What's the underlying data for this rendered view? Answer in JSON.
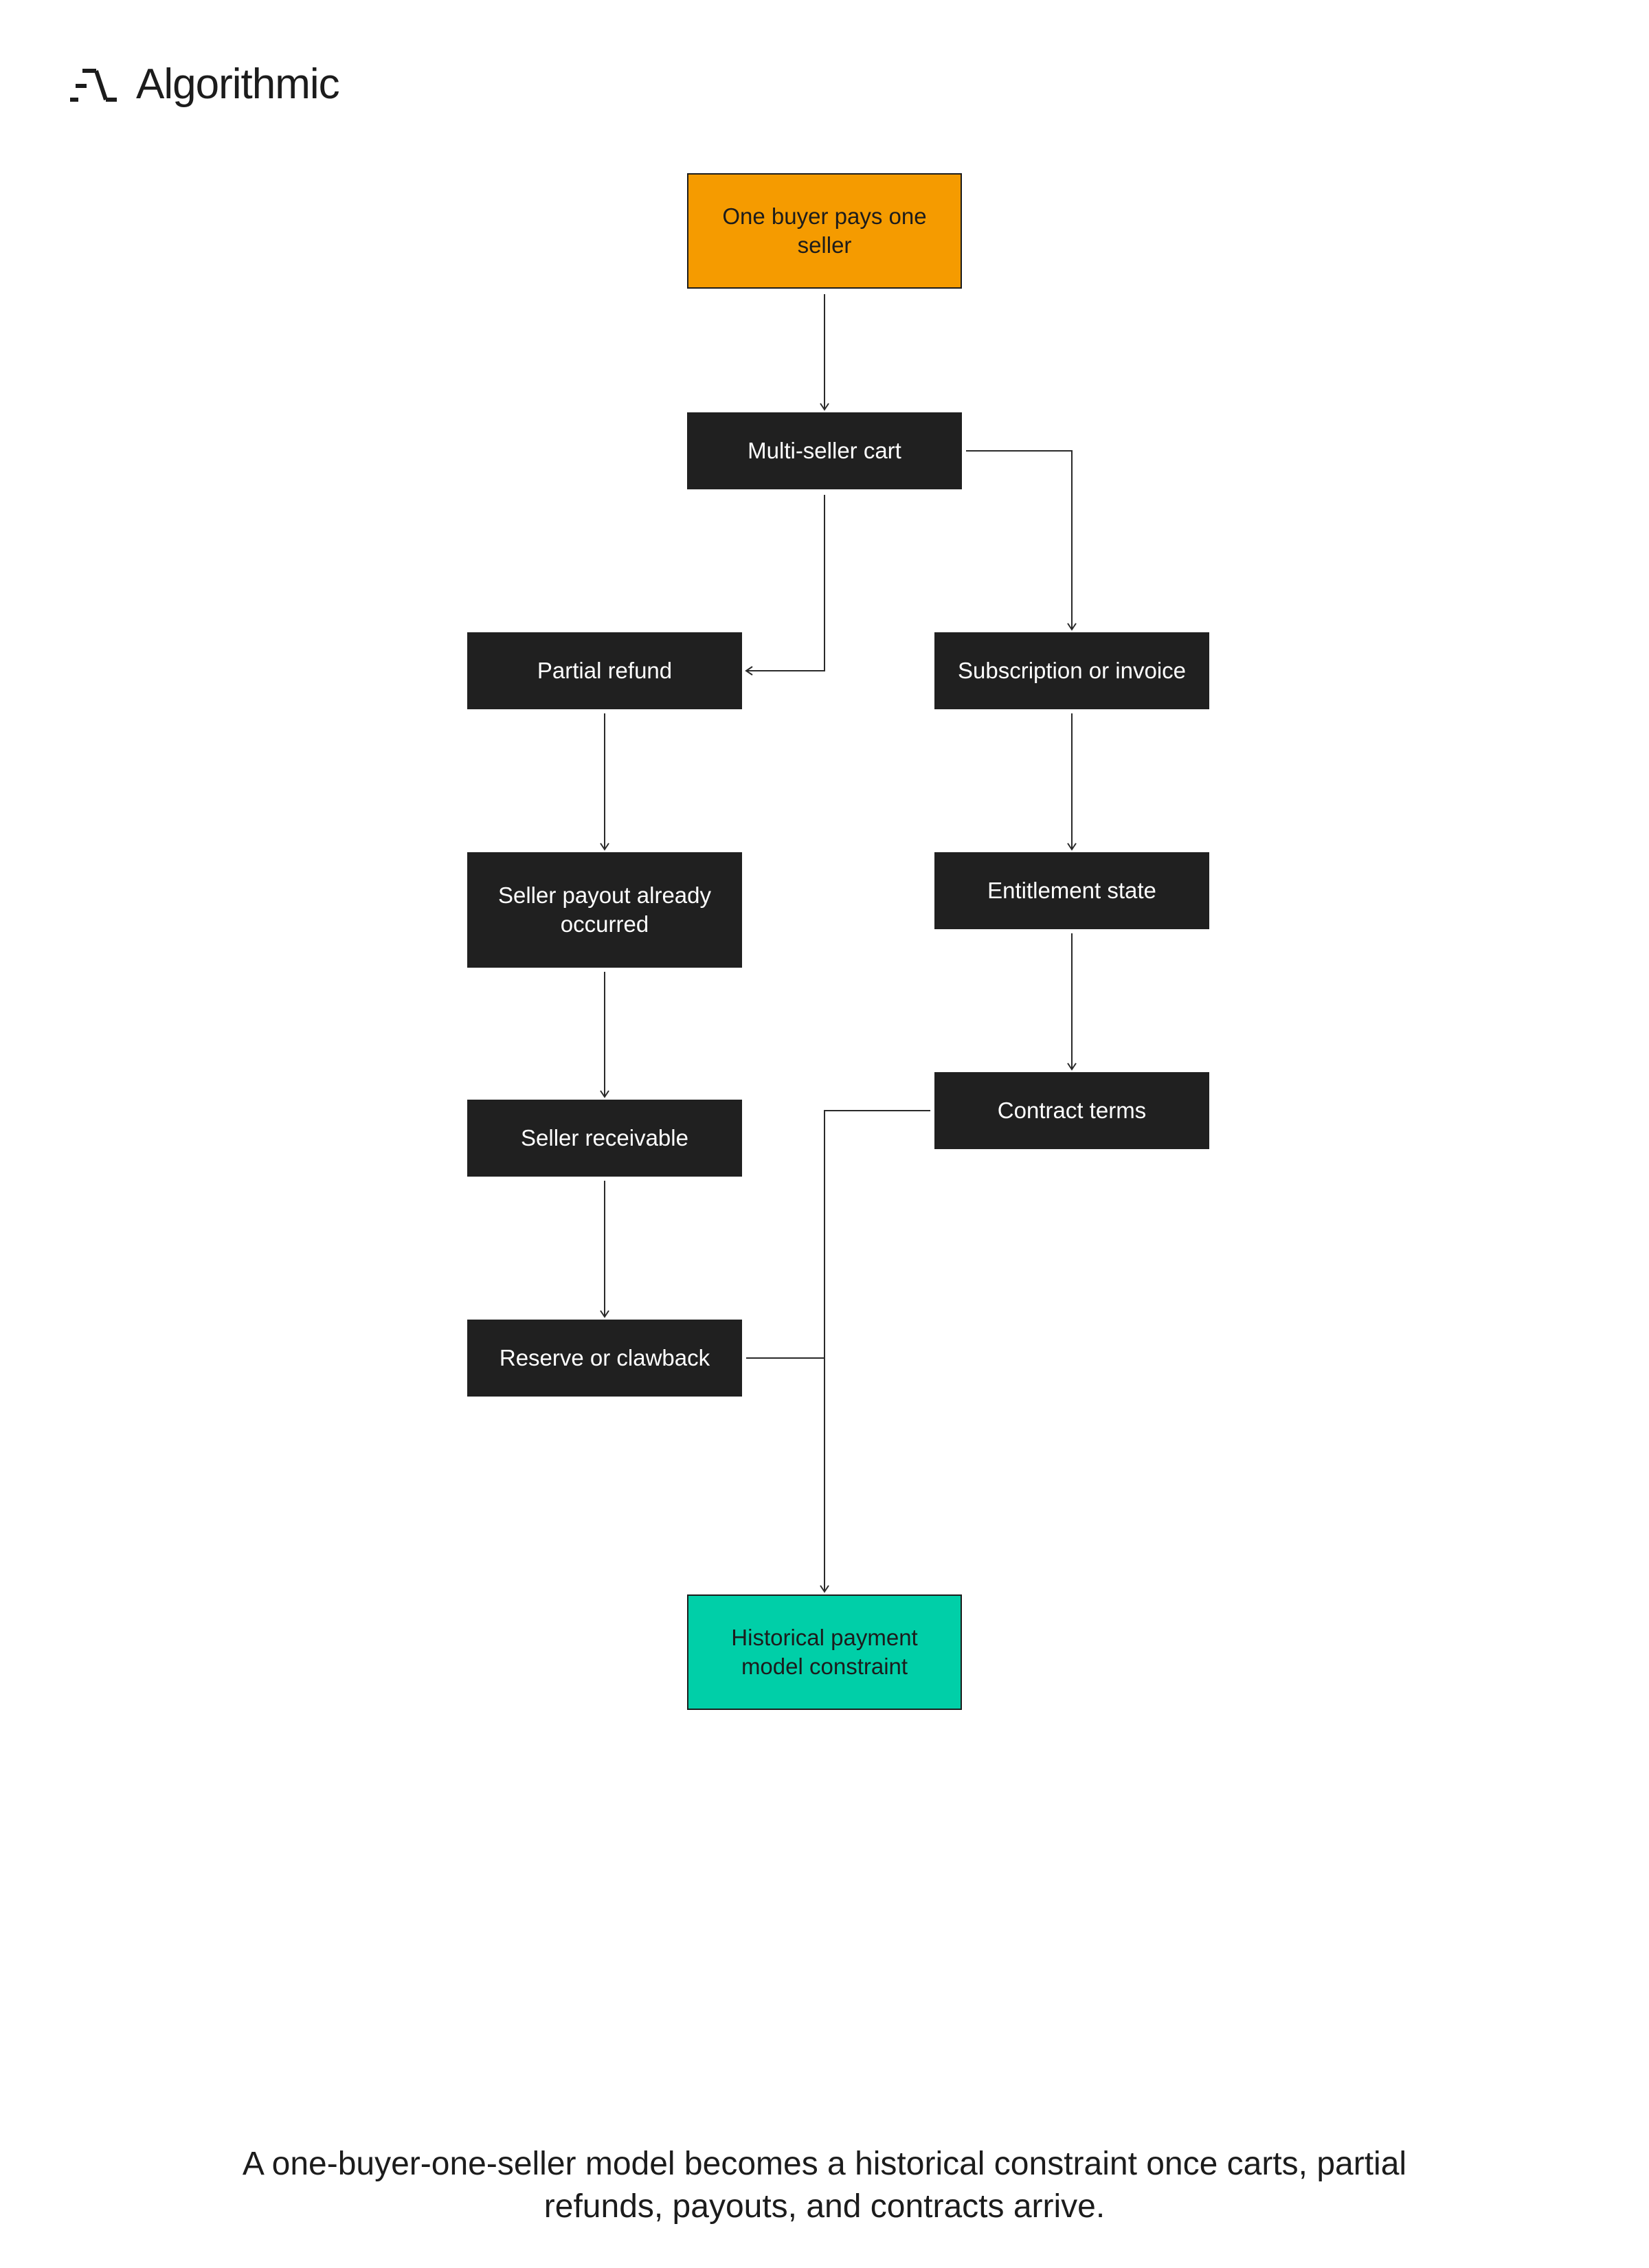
{
  "brand": {
    "name": "Algorithmic",
    "logo_icon": "algorithmic-logo-mark"
  },
  "colors": {
    "start_node": "#f59b00",
    "end_node": "#00cfa8",
    "node_dark": "#202020",
    "connector": "#2a2a2a"
  },
  "diagram": {
    "nodes": {
      "one_buyer": "One buyer pays one seller",
      "multi_seller": "Multi-seller cart",
      "partial_refund": "Partial refund",
      "subscription": "Subscription or invoice",
      "seller_payout": "Seller payout already occurred",
      "entitlement": "Entitlement state",
      "seller_receivable": "Seller receivable",
      "contract_terms": "Contract terms",
      "reserve_clawback": "Reserve or clawback",
      "historical": "Historical payment model constraint"
    },
    "edges": [
      [
        "one_buyer",
        "multi_seller"
      ],
      [
        "multi_seller",
        "partial_refund"
      ],
      [
        "multi_seller",
        "subscription"
      ],
      [
        "partial_refund",
        "seller_payout"
      ],
      [
        "seller_payout",
        "seller_receivable"
      ],
      [
        "seller_receivable",
        "reserve_clawback"
      ],
      [
        "subscription",
        "entitlement"
      ],
      [
        "entitlement",
        "contract_terms"
      ],
      [
        "reserve_clawback",
        "historical"
      ],
      [
        "contract_terms",
        "historical"
      ]
    ]
  },
  "caption": "A one-buyer-one-seller model becomes a historical constraint once carts, partial refunds, payouts, and contracts arrive."
}
